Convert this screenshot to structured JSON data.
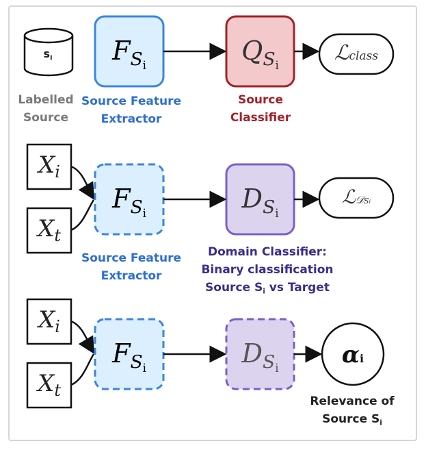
{
  "row1": {
    "db_label": "s",
    "db_label_sub": "i",
    "caption_db": "Labelled\nSource",
    "feature": {
      "main": "F",
      "sub": "S",
      "subsub": "i"
    },
    "feature_caption": "Source Feature\nExtractor",
    "classifier": {
      "main": "Q",
      "sub": "S",
      "subsub": "i"
    },
    "classifier_caption": "Source\nClassifier",
    "loss": {
      "main": "ℒ",
      "sub": "class"
    }
  },
  "row2": {
    "input_source": {
      "main": "X",
      "sub": "i"
    },
    "input_target": {
      "main": "X",
      "sub": "t"
    },
    "feature": {
      "main": "F",
      "sub": "S",
      "subsub": "i"
    },
    "feature_caption": "Source Feature\nExtractor",
    "domain": {
      "main": "D",
      "sub": "S",
      "subsub": "i"
    },
    "domain_caption_line1": "Domain Classifier:",
    "domain_caption_line2": "Binary classification",
    "domain_caption_line3_a": "Source S",
    "domain_caption_line3_sub": "i",
    "domain_caption_line3_b": " vs  Target",
    "loss": {
      "main": "ℒ",
      "sub": "𝒟",
      "subsub": "S",
      "subsubsub": "i"
    }
  },
  "row3": {
    "input_source": {
      "main": "X",
      "sub": "i"
    },
    "input_target": {
      "main": "X",
      "sub": "t"
    },
    "feature": {
      "main": "F",
      "sub": "S",
      "subsub": "i"
    },
    "domain": {
      "main": "D",
      "sub": "S",
      "subsub": "i"
    },
    "alpha": {
      "main": "α",
      "sub": "i"
    },
    "alpha_caption_line1": "Relevance of",
    "alpha_caption_line2_a": "Source S",
    "alpha_caption_line2_sub": "i"
  },
  "colors": {
    "feature_fill": "#dcefff",
    "feature_stroke": "#3a86e0",
    "classifier_fill": "#f3c9cc",
    "classifier_stroke": "#a0222a",
    "domain_fill": "#dcd4ef",
    "domain_stroke": "#7a5fc7"
  }
}
